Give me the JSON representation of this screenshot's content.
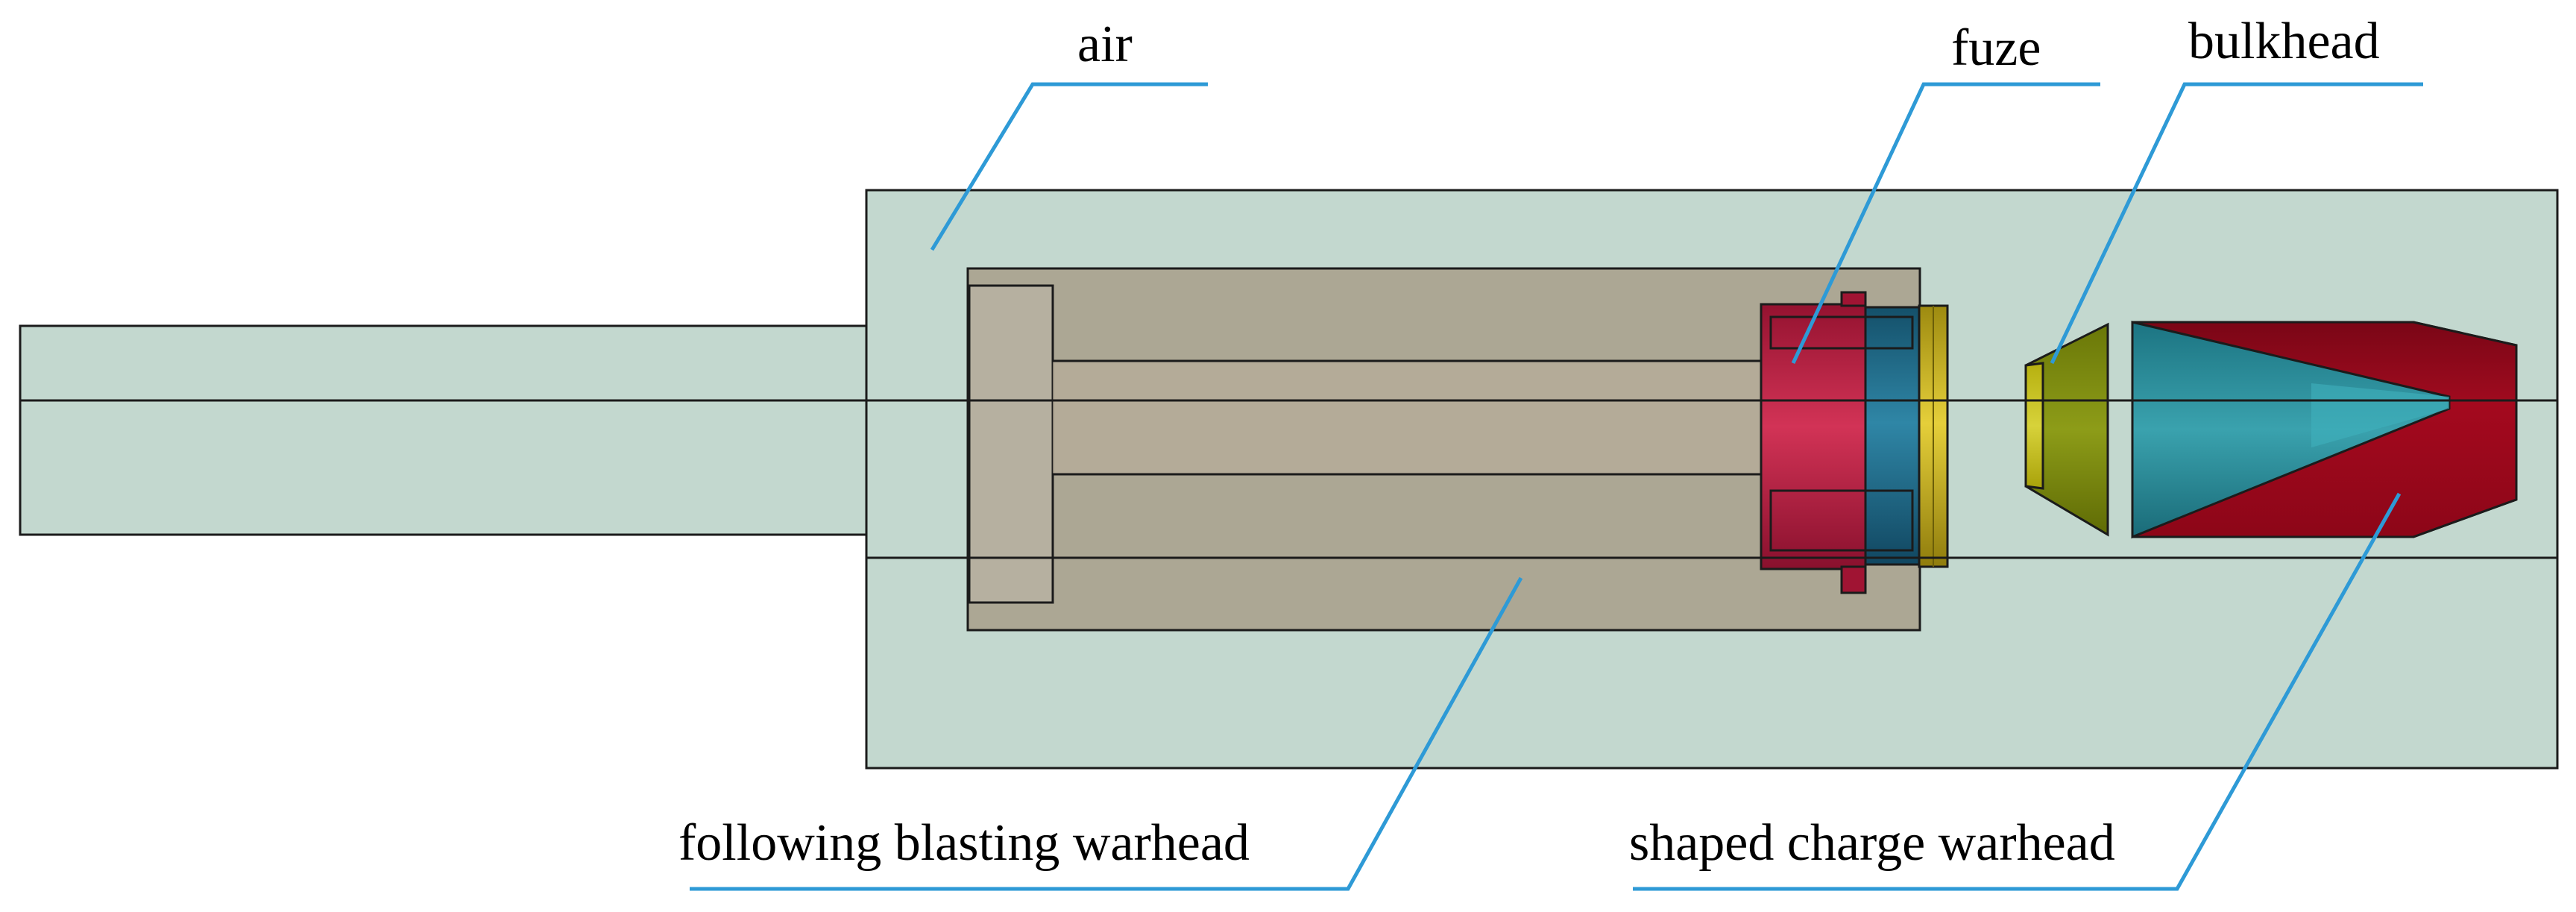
{
  "labels": {
    "air": "air",
    "fuze": "fuze",
    "bulkhead": "bulkhead",
    "following_warhead": "following blasting warhead",
    "shaped_charge": "shaped charge warhead"
  },
  "colors": {
    "air": "#c3d8cf",
    "following_warhead": "#aca794",
    "fuze_red": "#b0183a",
    "fuze_blue": "#1f6e8c",
    "fuze_yellow": "#c9b020",
    "bulkhead": "#7f8e0c",
    "charge_red": "#a6051c",
    "liner_teal": "#2b8f9c",
    "leader_line": "#2e9ad6"
  }
}
